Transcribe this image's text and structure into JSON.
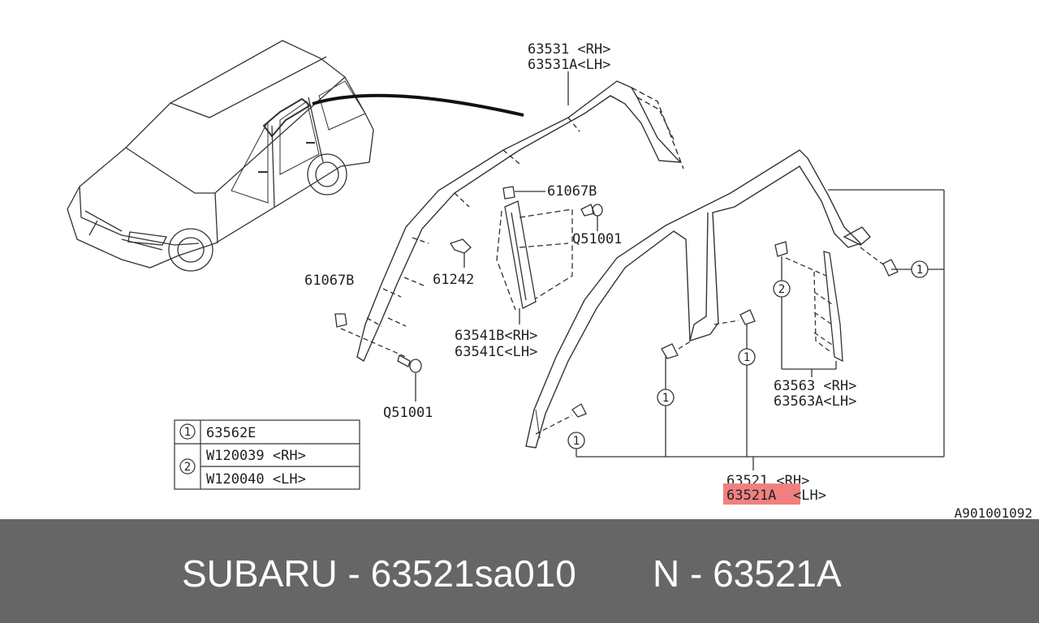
{
  "diagram": {
    "labels": {
      "roof_molding_rh": "63531 <RH>",
      "roof_molding_lh": "63531A<LH>",
      "clip_top": "61067B",
      "bolt_top": "Q51001",
      "clip_left": "61067B",
      "bracket": "61242",
      "pillar_rh": "63541B<RH>",
      "pillar_lh": "63541C<LH>",
      "bolt_bottom": "Q51001",
      "weatherstrip_rh": "63563 <RH>",
      "weatherstrip_lh": "63563A<LH>",
      "door_molding_rh": "63521 <RH>",
      "door_molding_lh_part": "63521A",
      "door_molding_lh_side": "<LH>",
      "catalog_ref": "A901001092"
    },
    "callouts": [
      "1",
      "2"
    ],
    "legend": [
      {
        "ref": "1",
        "parts": [
          "63562E"
        ]
      },
      {
        "ref": "2",
        "parts": [
          "W120039 <RH>",
          "W120040 <LH>"
        ]
      }
    ],
    "highlight_color": "#f08080"
  },
  "footer": {
    "brand_part": "SUBARU - 63521sa010",
    "oem_part": "N - 63521A"
  }
}
